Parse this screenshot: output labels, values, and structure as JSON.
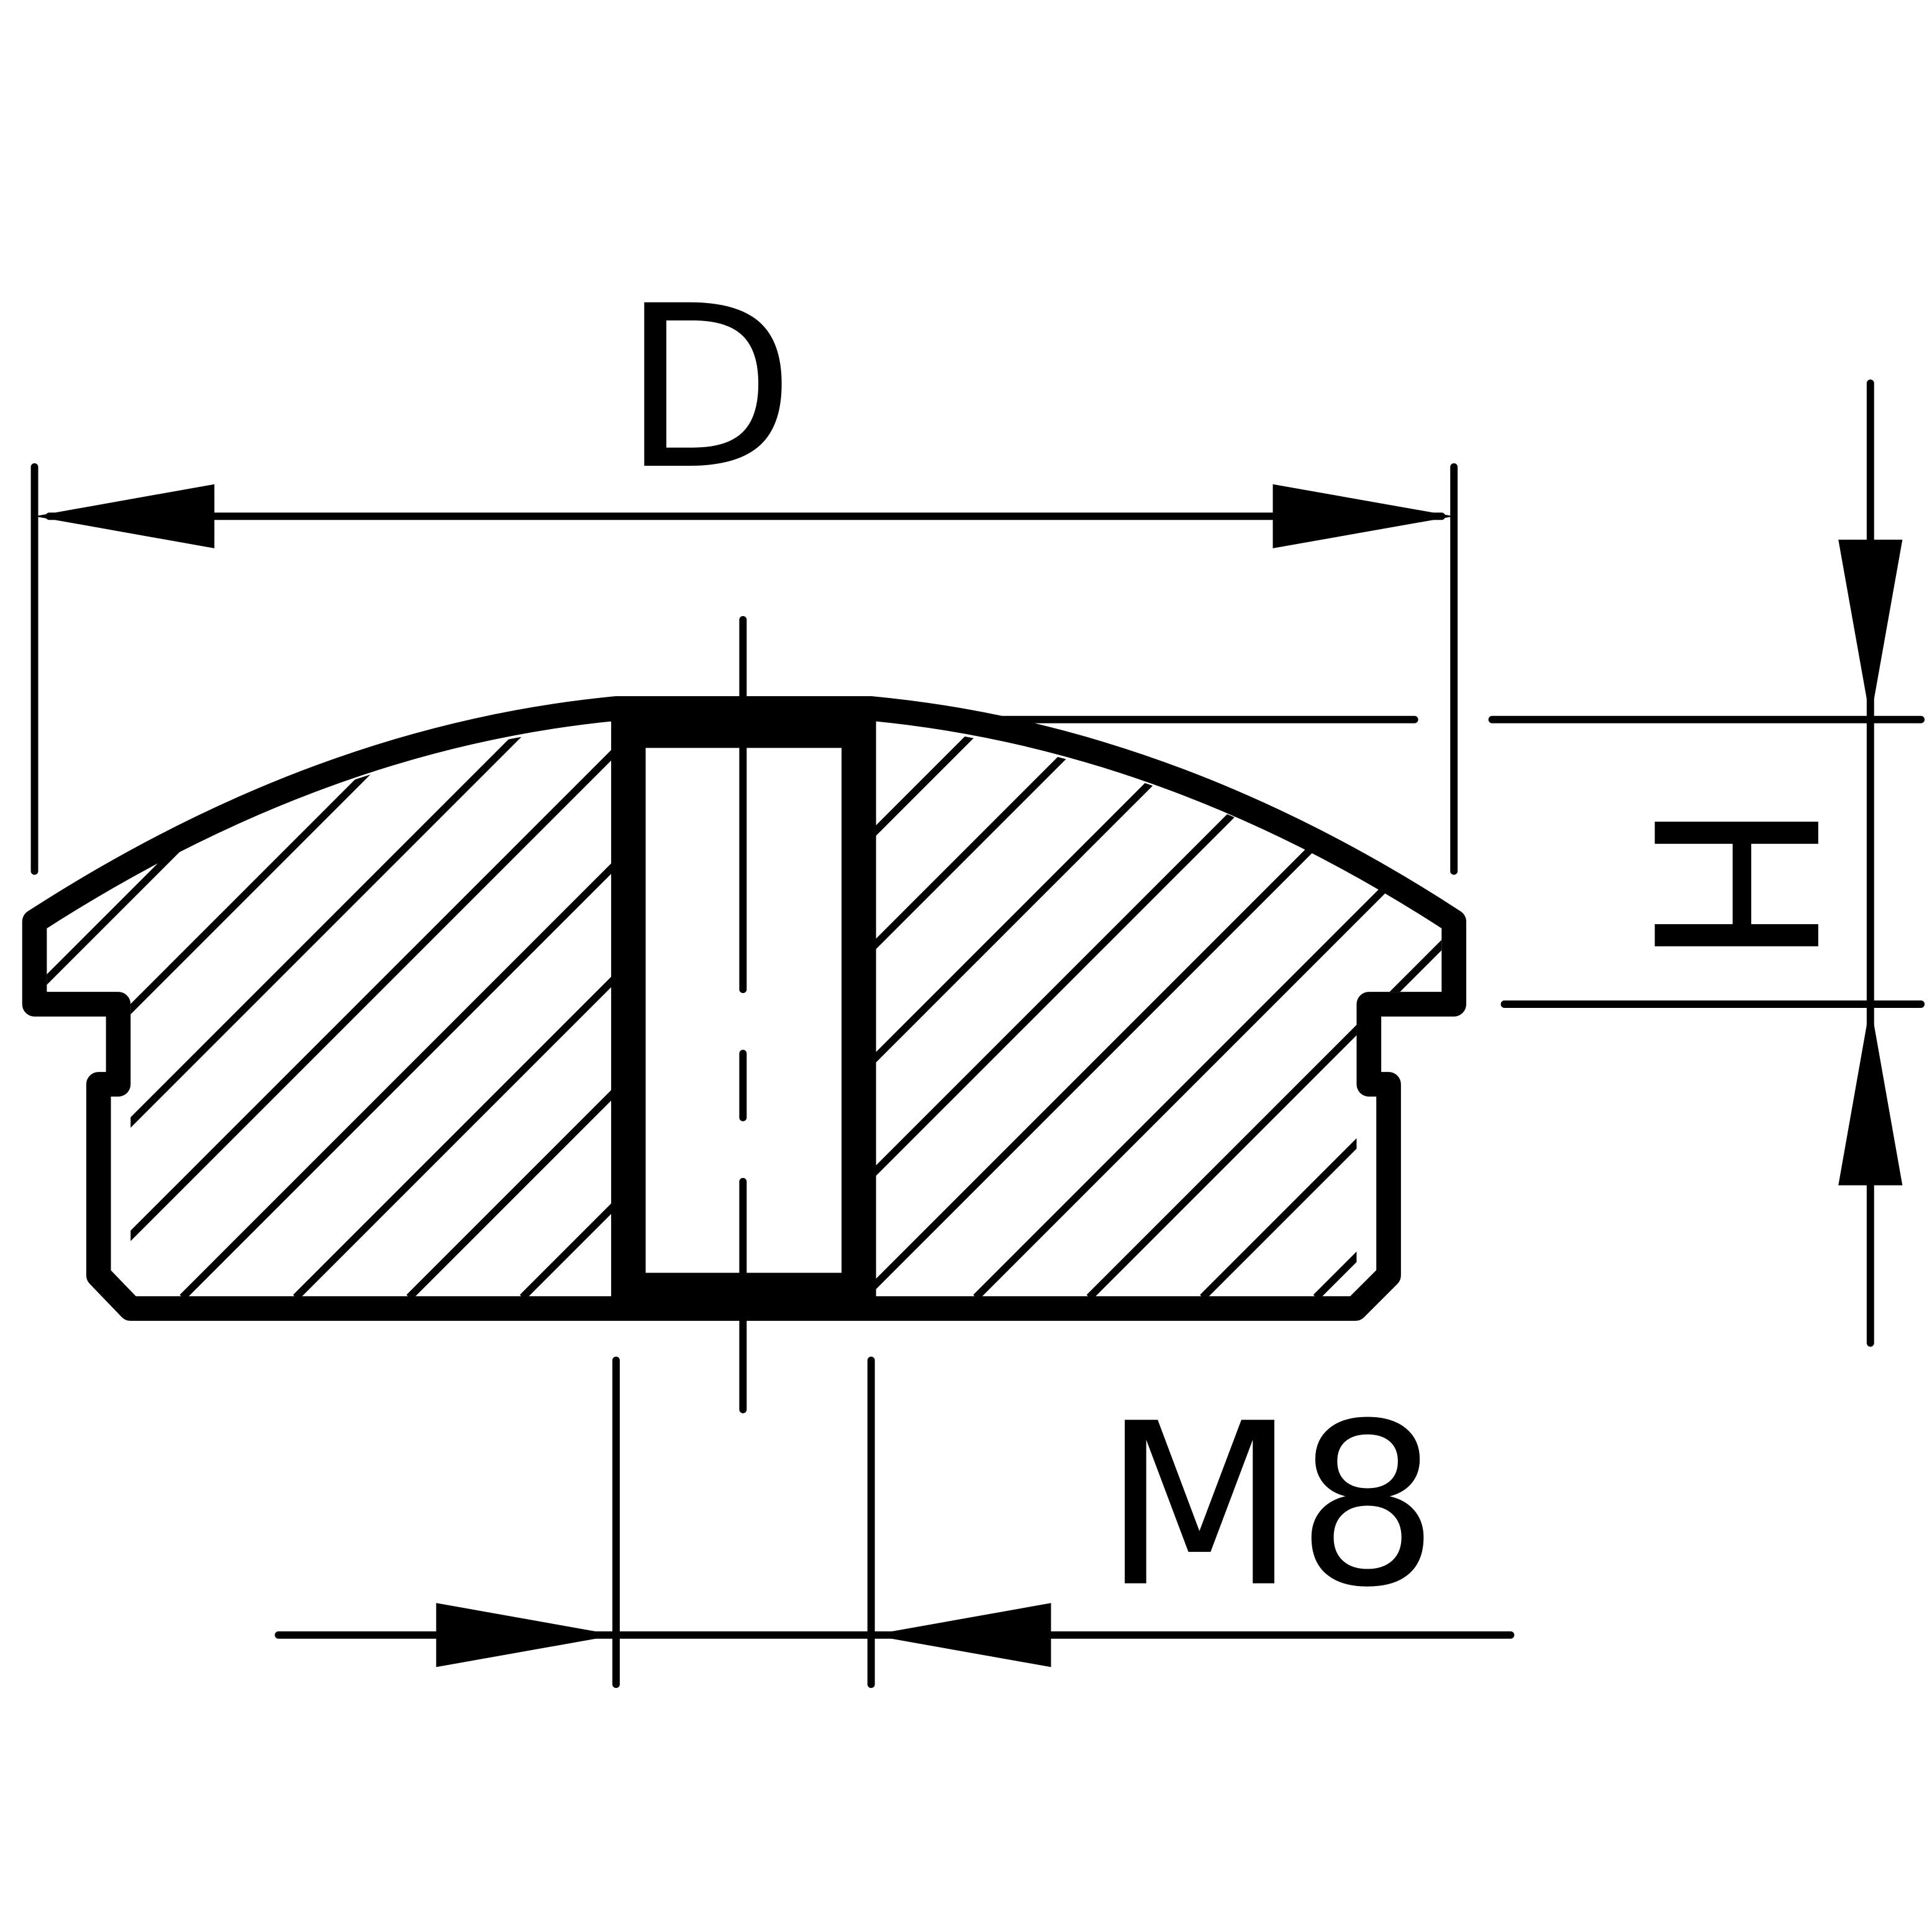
{
  "drawing": {
    "dimension_diameter_label": "D",
    "dimension_height_label": "H",
    "dimension_thread_label": "M8",
    "line_color": "#000000",
    "background_color": "#ffffff"
  }
}
